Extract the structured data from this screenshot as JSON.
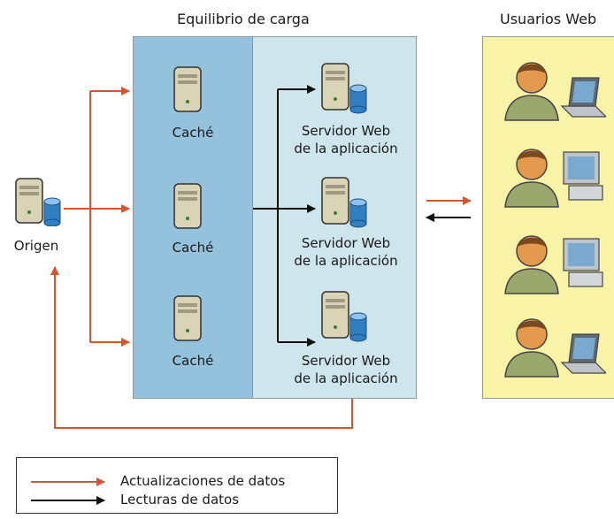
{
  "diagram": {
    "load_balancing_title": "Equilibrio de carga",
    "web_users_title": "Usuarios Web",
    "origin_label": "Origen",
    "cache_labels": [
      "Caché",
      "Caché",
      "Caché"
    ],
    "app_server_labels": [
      {
        "line1": "Servidor Web",
        "line2": "de la aplicación"
      },
      {
        "line1": "Servidor Web",
        "line2": "de la aplicación"
      },
      {
        "line1": "Servidor Web",
        "line2": "de la aplicación"
      }
    ]
  },
  "legend": {
    "updates_label": "Actualizaciones de datos",
    "reads_label": "Lecturas de datos"
  },
  "colors": {
    "update_arrow": "#d9532b",
    "read_arrow": "#111111",
    "cache_panel": "#94c2dd",
    "server_panel": "#cde5eb",
    "users_panel": "#f9f3a8"
  }
}
